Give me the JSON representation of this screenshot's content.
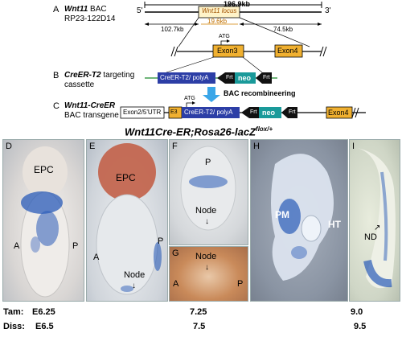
{
  "panelA": {
    "letter": "A",
    "bac_gene": "Wnt11",
    "bac_suffix": " BAC",
    "bac_clone": "RP23-122D14",
    "total_size": "196.9kb",
    "five_prime": "5'",
    "three_prime": "3'",
    "locus_label": "Wnt11 locus",
    "left_arm": "102.7kb",
    "locus_size": "19.6kb",
    "right_arm": "74.5kb",
    "atg": "ATG",
    "exon3": "Exon3",
    "exon4": "Exon4"
  },
  "panelB": {
    "letter": "B",
    "title_gene": "CreER-T2",
    "title_suffix": " targeting",
    "title_line2": "cassette",
    "creer": "CreER-T2/ polyA",
    "frt": "Frt",
    "neo": "neo",
    "frt2": "Frt",
    "recomb": "BAC recombineering"
  },
  "panelC": {
    "letter": "C",
    "title_gene": "Wnt11-CreER",
    "title_line2": "BAC transgene",
    "exon2": "Exon2/5'UTR",
    "e3": "E3",
    "atg": "ATG",
    "creer": "CreER-T2/ polyA",
    "frt": "Frt",
    "neo": "neo",
    "frt2": "Frt",
    "exon4": "Exon4"
  },
  "genotype": {
    "main": "Wnt11Cre-ER;Rosa26-lacZ",
    "sup": "flox/+"
  },
  "photos": {
    "D": {
      "letter": "D",
      "epc": "EPC",
      "a": "A",
      "p": "P"
    },
    "E": {
      "letter": "E",
      "epc": "EPC",
      "a": "A",
      "p": "P",
      "node": "Node"
    },
    "F": {
      "letter": "F",
      "p": "P",
      "node": "Node"
    },
    "G": {
      "letter": "G",
      "node": "Node",
      "a": "A",
      "p": "P"
    },
    "H": {
      "letter": "H",
      "pm": "PM",
      "ht": "HT"
    },
    "I": {
      "letter": "I",
      "nd": "ND"
    }
  },
  "stages": {
    "tam_label": "Tam:",
    "diss_label": "Diss:",
    "tam_values": [
      "E6.25",
      "7.25",
      "9.0"
    ],
    "diss_values": [
      "E6.5",
      "7.5",
      "9.5"
    ]
  },
  "colors": {
    "exon": "#f0b030",
    "locus_fill": "#fff3c8",
    "creer": "#2c3ea6",
    "neo": "#1a9a9a",
    "frt": "#111111",
    "arrow_blue": "#3aa6e8",
    "stain": "#2a5bb8"
  }
}
